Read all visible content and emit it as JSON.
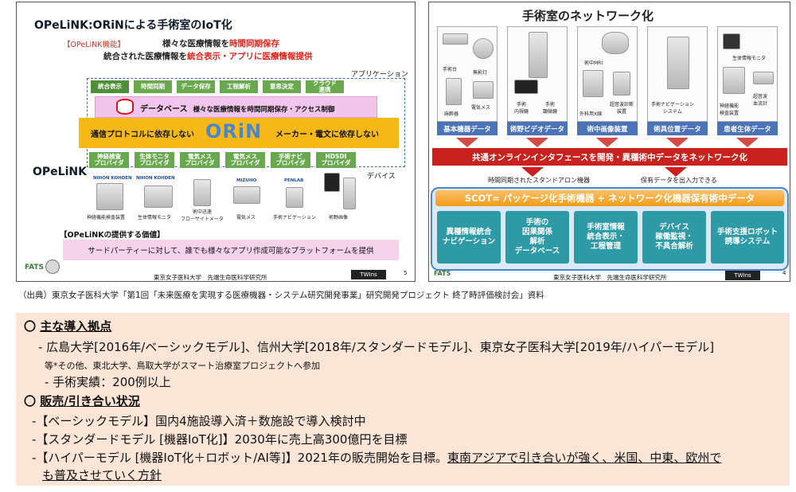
{
  "left_slide": {
    "title": "OPeLiNK:ORiNによる手術室のIoT化",
    "function_label": "【OPeLiNK機能】",
    "function_line1_pre": "様々な医療情報を",
    "function_line1_red": "時間同期保存",
    "function_line2_pre": "統合された医療情報を",
    "function_line2_red": "統合表示・アプリに医療情報提供",
    "application_label": "アプリケーション",
    "apps": [
      "統合表示",
      "時間同期",
      "データ保存",
      "工程解析",
      "意思決定",
      "クラウド\n連携"
    ],
    "database_title": "データベース",
    "database_desc": "様々な医療情報を時間同期保存・アクセス制御",
    "protocol_left": "通信プロトコルに依存しない",
    "orin_logo": "ORiN",
    "protocol_right": "メーカー・電文に依存しない",
    "providers": [
      "神経検査\nプロバイダ",
      "生体モニタ\nプロバイダ",
      "電気メス\nプロバイダ",
      "電気メス\nプロバイダ",
      "手術ナビ\nプロバイダ",
      "HDSDI\nプロバイダ"
    ],
    "device_label": "デバイス",
    "opelink_logo": "OPeLiNK",
    "devices": [
      {
        "brand": "NIHON KOHDEN",
        "caption": "神経機能検査装置"
      },
      {
        "brand": "NIHON KOHDEN",
        "caption": "生体情報モニタ"
      },
      {
        "brand": "",
        "caption": "術中迅速\nフローサイトメータ"
      },
      {
        "brand": "MIZUHO",
        "caption": "電気メス"
      },
      {
        "brand": "PENLAB",
        "caption": "手術ナビゲーション"
      },
      {
        "brand": "",
        "caption": "術野画像"
      }
    ],
    "value_label": "【OPeLiNKの提供する価値】",
    "value_text": "サードパーティーに対して、誰でも様々なアプリ作成可能なプラットフォームを提供",
    "footer": "東京女子医科大学　先端生命医科学研究所",
    "page_number": "5",
    "logo_fats": "FATS",
    "logo_twins": "TWIns"
  },
  "right_slide": {
    "title": "手術室のネットワーク化",
    "columns": [
      {
        "tab": "基本機器データ",
        "items": [
          "手術台",
          "無影灯",
          "麻酔器",
          "電気メス"
        ]
      },
      {
        "tab": "術野ビデオデータ",
        "items": [
          "手術\n内視鏡",
          "手術\n顕微鏡"
        ]
      },
      {
        "tab": "術中画像装置",
        "items": [
          "術中MRI",
          "外科用X線",
          "超音波診断\n装置"
        ]
      },
      {
        "tab": "術具位置データ",
        "items": [
          "手術ナビゲーション\nシステム"
        ]
      },
      {
        "tab": "患者生体データ",
        "items": [
          "生体情報モニタ",
          "神経機能\n検査装置",
          "超音波\n血流計"
        ]
      }
    ],
    "interface_band": "共通オンラインインタフェースを開発・異種術中データをネットワーク化",
    "note_left": "時間同期されたスタンドアロン機器",
    "note_right": "保有データを出入力できる",
    "scot_band": "SCOT= パッケージ化手術機器 + ネットワーク化機器保有術中データ",
    "outcomes": [
      "異種情報統合\nナビゲーション",
      "手術の\n因果関係\n解析\nデータベース",
      "手術室情報\n統合表示・\n工程管理",
      "デバイス\n稼働監視・\n不具合解析",
      "手術支援ロボット\n誘導システム"
    ],
    "footer": "東京女子医科大学　先端生命医科学研究所",
    "page_number": "4",
    "logo_fats": "FATS",
    "logo_twins": "TWIns"
  },
  "source": "（出典）東京女子医科大学「第1回「未来医療を実現する医療機器・システム研究開発事業」研究開発プロジェクト 終了時評価検討会」資料",
  "panel": {
    "section1_marker": "〇",
    "section1_title": "主な導入拠点",
    "s1_line1": "- 広島大学[2016年/ベーシックモデル]、信州大学[2018年/スタンダードモデル]、東京女子医科大学[2019年/ハイパーモデル]",
    "s1_line2": "等*その他、東北大学、鳥取大学がスマート治療室プロジェクトへ参加",
    "s1_line3": "- 手術実績：200例以上",
    "section2_marker": "〇",
    "section2_title": "販売/引き合い状況",
    "s2_line1": "-【ベーシックモデル】国内4施設導入済＋数施設で導入検討中",
    "s2_line2": "-【スタンダードモデル [機器IoT化]】2030年に売上高300億円を目標",
    "s2_line3_a": "-【ハイパーモデル [機器IoT化＋ロボット/AI等]】2021年の販売開始を目標。",
    "s2_line3_b": "東南アジアで引き合いが強く、米国、中東、欧州で",
    "s2_line4": "も普及させていく方針"
  }
}
